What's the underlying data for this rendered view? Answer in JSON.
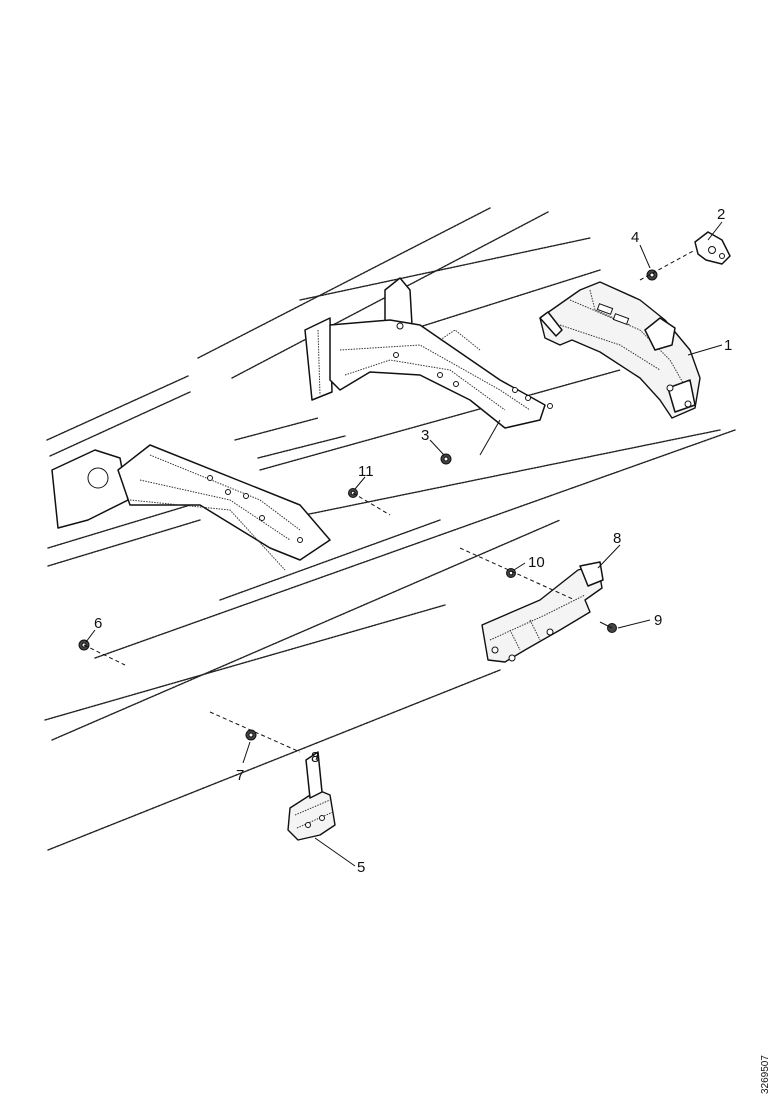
{
  "figure_ref": "3269507",
  "callouts": {
    "c1": "1",
    "c2": "2",
    "c3": "3",
    "c4": "4",
    "c5": "5",
    "c6": "6",
    "c7": "7",
    "c8a": "8",
    "c8b": "8",
    "c9": "9",
    "c10": "10",
    "c11": "11"
  }
}
